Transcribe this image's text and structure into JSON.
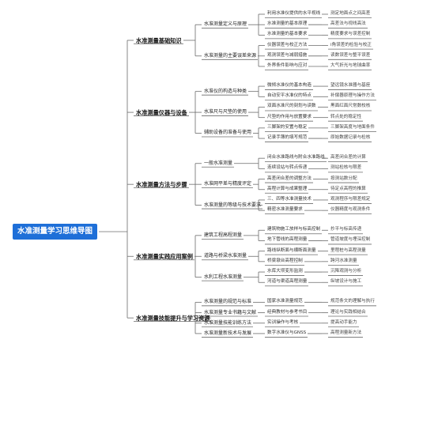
{
  "root": "水准测量学习思维导图",
  "branches": [
    {
      "label": "水准测量基础知识",
      "children": [
        {
          "label": "水准测量定义与原理",
          "children": [
            {
              "label": "利用水准仪提供的水平视线",
              "children": [
                {
                  "label": "测定地面点之间高差"
                }
              ]
            },
            {
              "label": "水准测量的基本原理",
              "children": [
                {
                  "label": "高差法与视线高法"
                }
              ]
            },
            {
              "label": "水准测量的基本要求",
              "children": [
                {
                  "label": "精度要求与误差控制"
                }
              ]
            }
          ]
        },
        {
          "label": "水准测量的主要误差来源",
          "children": [
            {
              "label": "仪器误差与校正方法",
              "children": [
                {
                  "label": "i角误差的检验与校正"
                }
              ]
            },
            {
              "label": "观测误差与减弱措施",
              "children": [
                {
                  "label": "读数误差与整平误差"
                }
              ]
            },
            {
              "label": "外界条件影响与应对",
              "children": [
                {
                  "label": "大气折光与地球曲率"
                }
              ]
            }
          ]
        }
      ]
    },
    {
      "label": "水准测量仪器与设备",
      "children": [
        {
          "label": "水准仪的构造与种类",
          "children": [
            {
              "label": "微倾水准仪的基本构造",
              "children": [
                {
                  "label": "望远镜水准器与基座"
                }
              ]
            },
            {
              "label": "自动安平水准仪的特点",
              "children": [
                {
                  "label": "补偿器原理与操作方法"
                }
              ]
            }
          ]
        },
        {
          "label": "水准尺与尺垫的使用",
          "children": [
            {
              "label": "双面水准尺的刻划与读数",
              "children": [
                {
                  "label": "黑面红面尺常数校核"
                }
              ]
            },
            {
              "label": "尺垫的作用与放置要求",
              "children": [
                {
                  "label": "转点处的稳定性"
                }
              ]
            }
          ]
        },
        {
          "label": "辅助设备的准备与使用",
          "children": [
            {
              "label": "三脚架的安置与稳定",
              "children": [
                {
                  "label": "三脚架高度与地面条件"
                }
              ]
            },
            {
              "label": "记录手簿的填写规范",
              "children": [
                {
                  "label": "原始数据记录与检核"
                }
              ]
            }
          ]
        }
      ]
    },
    {
      "label": "水准测量方法与步骤",
      "children": [
        {
          "label": "一般水准测量",
          "children": [
            {
              "label": "闭合水准路线与附合水准路线",
              "children": [
                {
                  "label": "高差闭合差的计算"
                }
              ]
            },
            {
              "label": "连续设站与转点传递",
              "children": [
                {
                  "label": "测站检核与限差"
                }
              ]
            }
          ]
        },
        {
          "label": "水准网平差与精度评定",
          "children": [
            {
              "label": "高差闭合差的调整方法",
              "children": [
                {
                  "label": "按测站数分配"
                }
              ]
            },
            {
              "label": "高程计算与成果整理",
              "children": [
                {
                  "label": "待定点高程的推算"
                }
              ]
            }
          ]
        },
        {
          "label": "水准测量的等级与技术要求",
          "children": [
            {
              "label": "三、四等水准测量技术",
              "children": [
                {
                  "label": "观测程序与限差规定"
                }
              ]
            },
            {
              "label": "精密水准测量要求",
              "children": [
                {
                  "label": "仪器精度与观测条件"
                }
              ]
            }
          ]
        }
      ]
    },
    {
      "label": "水准测量实践应用案例",
      "children": [
        {
          "label": "建筑工程高程测量",
          "children": [
            {
              "label": "建筑物施工放样与标高控制",
              "children": [
                {
                  "label": "抄平与标高传递"
                }
              ]
            },
            {
              "label": "地下管线的高程测量",
              "children": [
                {
                  "label": "管道坡度与埋深控制"
                }
              ]
            }
          ]
        },
        {
          "label": "道路与桥梁水准测量",
          "children": [
            {
              "label": "路线纵断面与横断面测量",
              "children": [
                {
                  "label": "里程桩与高程测量"
                }
              ]
            },
            {
              "label": "桥梁墩台高程控制",
              "children": [
                {
                  "label": "跨河水准测量"
                }
              ]
            }
          ]
        },
        {
          "label": "水利工程水准测量",
          "children": [
            {
              "label": "水库大坝变形监测",
              "children": [
                {
                  "label": "沉降观测与分析"
                }
              ]
            },
            {
              "label": "河道与渠道高程测量",
              "children": [
                {
                  "label": "纵坡设计与施工"
                }
              ]
            }
          ]
        }
      ]
    },
    {
      "label": "水准测量技能提升与学习资源",
      "children": [
        {
          "label": "水准测量的规范与标准",
          "children": [
            {
              "label": "国家水准测量规范",
              "children": [
                {
                  "label": "规范条文的理解与执行"
                }
              ]
            }
          ]
        },
        {
          "label": "水准测量专业书籍与文献",
          "children": [
            {
              "label": "经典教材与参考书目",
              "children": [
                {
                  "label": "理论与实践相结合"
                }
              ]
            }
          ]
        },
        {
          "label": "水准测量技能训练方法",
          "children": [
            {
              "label": "实训操作与考核",
              "children": [
                {
                  "label": "提高动手能力"
                }
              ]
            }
          ]
        },
        {
          "label": "水准测量新技术与发展",
          "children": [
            {
              "label": "数字水准仪与GNSS",
              "children": [
                {
                  "label": "高程测量新方法"
                }
              ]
            }
          ]
        }
      ]
    }
  ]
}
